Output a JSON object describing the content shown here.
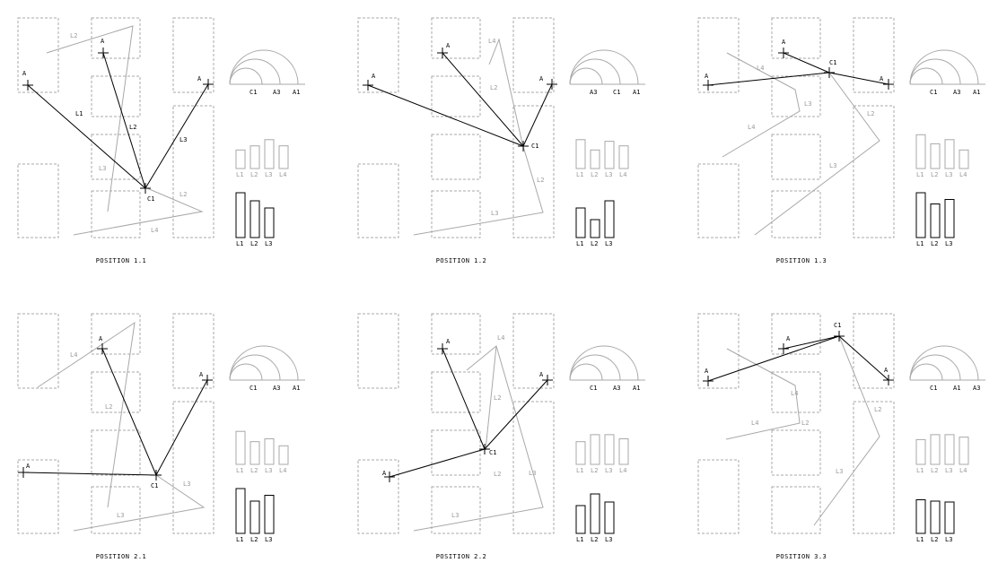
{
  "panels": [
    {
      "caption": "POSITION 1.1",
      "arc_labels": [
        "C1",
        "A3",
        "A1"
      ],
      "gray_bar_labels": [
        "L1",
        "L2",
        "L3",
        "L4"
      ],
      "gray_bar_values": [
        0.45,
        0.55,
        0.7,
        0.55
      ],
      "black_bar_labels": [
        "L1",
        "L2",
        "L3"
      ],
      "black_bar_values": [
        1.0,
        0.82,
        0.66
      ],
      "black_line_labels": [
        "L1",
        "L2",
        "L3"
      ],
      "gray_line_labels": [
        "L2",
        "L4",
        "L3",
        "L2"
      ],
      "point_labels": [
        "A",
        "A",
        "A",
        "C1"
      ]
    },
    {
      "caption": "POSITION 1.2",
      "arc_labels": [
        "A3",
        "C1",
        "A1"
      ],
      "gray_bar_labels": [
        "L1",
        "L2",
        "L3",
        "L4"
      ],
      "gray_bar_values": [
        0.7,
        0.45,
        0.66,
        0.55
      ],
      "black_bar_labels": [
        "L1",
        "L2",
        "L3"
      ],
      "black_bar_values": [
        0.66,
        0.4,
        0.82
      ],
      "black_line_labels": [],
      "gray_line_labels": [
        "L4",
        "L2",
        "L2",
        "L3"
      ],
      "point_labels": [
        "A",
        "A",
        "A",
        "C1"
      ]
    },
    {
      "caption": "POSITION 1.3",
      "arc_labels": [
        "C1",
        "A3",
        "A1"
      ],
      "gray_bar_labels": [
        "L1",
        "L2",
        "L3",
        "L4"
      ],
      "gray_bar_values": [
        0.82,
        0.6,
        0.7,
        0.45
      ],
      "black_bar_labels": [
        "L1",
        "L2",
        "L3"
      ],
      "black_bar_values": [
        1.0,
        0.75,
        0.85
      ],
      "black_line_labels": [],
      "gray_line_labels": [
        "L4",
        "L3",
        "L4",
        "L2",
        "L3"
      ],
      "point_labels": [
        "A",
        "A",
        "A",
        "C1"
      ]
    },
    {
      "caption": "POSITION 2.1",
      "arc_labels": [
        "C1",
        "A3",
        "A1"
      ],
      "gray_bar_labels": [
        "L1",
        "L2",
        "L3",
        "L4"
      ],
      "gray_bar_values": [
        0.8,
        0.55,
        0.62,
        0.45
      ],
      "black_bar_labels": [
        "L1",
        "L2",
        "L3"
      ],
      "black_bar_values": [
        1.0,
        0.72,
        0.85
      ],
      "black_line_labels": [],
      "gray_line_labels": [
        "L4",
        "L2",
        "L3",
        "L3"
      ],
      "point_labels": [
        "A",
        "A",
        "A",
        "C1"
      ]
    },
    {
      "caption": "POSITION 2.2",
      "arc_labels": [
        "C1",
        "A3",
        "A1"
      ],
      "gray_bar_labels": [
        "L1",
        "L2",
        "L3",
        "L4"
      ],
      "gray_bar_values": [
        0.55,
        0.72,
        0.72,
        0.62
      ],
      "black_bar_labels": [
        "L1",
        "L2",
        "L3"
      ],
      "black_bar_values": [
        0.62,
        0.88,
        0.7
      ],
      "black_line_labels": [],
      "gray_line_labels": [
        "L4",
        "L2",
        "L2",
        "L3",
        "L3"
      ],
      "point_labels": [
        "A",
        "A",
        "A",
        "C1"
      ]
    },
    {
      "caption": "POSITION 3.3",
      "arc_labels": [
        "C1",
        "A1",
        "A3"
      ],
      "gray_bar_labels": [
        "L1",
        "L2",
        "L3",
        "L4"
      ],
      "gray_bar_values": [
        0.6,
        0.72,
        0.72,
        0.66
      ],
      "black_bar_labels": [
        "L1",
        "L2",
        "L3"
      ],
      "black_bar_values": [
        0.75,
        0.72,
        0.7
      ],
      "black_line_labels": [],
      "gray_line_labels": [
        "L4",
        "L2",
        "L4",
        "L2",
        "L3"
      ],
      "point_labels": [
        "A",
        "A",
        "A",
        "C1"
      ]
    }
  ]
}
